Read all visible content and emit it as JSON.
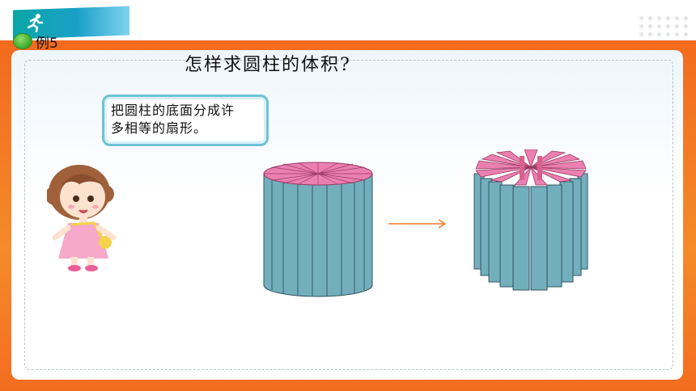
{
  "header": {
    "example_label": "例5"
  },
  "main": {
    "question": "怎样求圆柱的体积?",
    "speech_bubble": {
      "line1": "把圆柱的底面分成许",
      "line2": "多相等的扇形。"
    }
  },
  "colors": {
    "frame_orange": "#f26a1e",
    "cylinder_side": "#73aebc",
    "cylinder_top": "#ea7fb0",
    "arrow": "#f0782a",
    "bubble_border": "#6ec3d6"
  },
  "icons": [
    "runner-icon",
    "green-bullet-icon",
    "arrow-icon"
  ]
}
